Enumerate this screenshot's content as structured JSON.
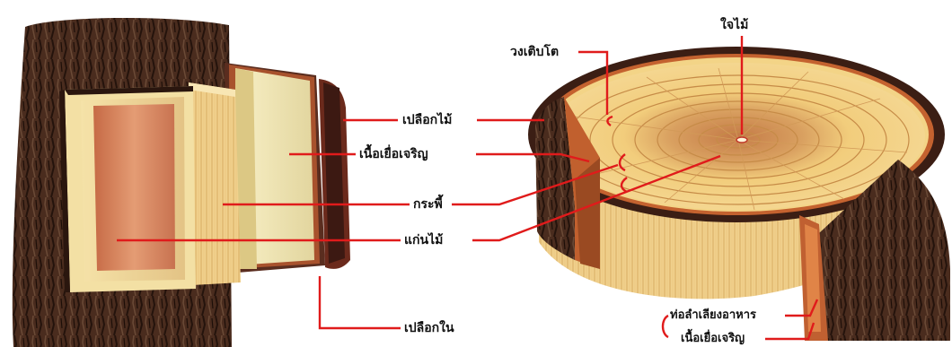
{
  "labels": {
    "bark": "เปลือกไม้",
    "cambium": "เนื้อเยื่อเจริญ",
    "sapwood": "กระพี้",
    "heartwood": "แก่นไม้",
    "inner_bark": "เปลือกใน",
    "growth_rings": "วงเติบโต",
    "pith": "ใจไม้",
    "phloem": "ท่อลำเลียงอาหาร",
    "cambium_right": "เนื้อเยื่อเจริญ"
  },
  "colors": {
    "leader_line": "#e01b1b",
    "bark_dark": "#3a2016",
    "heartwood": "#d9825a",
    "sapwood": "#f1d79b",
    "cambium": "#f4ecbf",
    "ring_light": "#f0c873",
    "ring_dark": "#c7864a"
  }
}
